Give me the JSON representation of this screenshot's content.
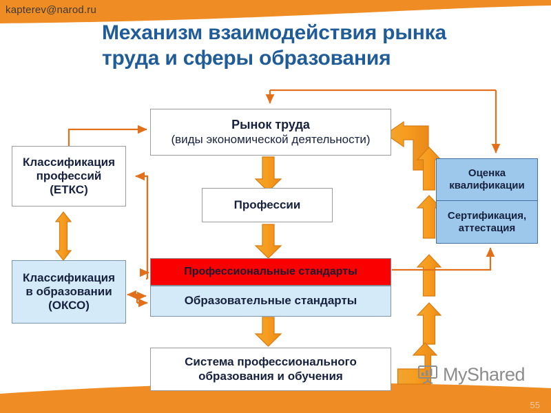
{
  "slide": {
    "email": "kapterev@narod.ru",
    "page_number": "55",
    "title_line1": "Механизм взаимодействия рынка",
    "title_line2": "труда и сферы образования",
    "title_color": "#1f5c99",
    "band_color": "#f08c24",
    "accent_color": "#f59b21",
    "connector_color": "#e2701a"
  },
  "boxes": {
    "market": {
      "title": "Рынок труда",
      "subtitle": "(виды экономической деятельности)",
      "fill": "#ffffff"
    },
    "professions": {
      "label": "Профессии",
      "fill": "#ffffff"
    },
    "professional_standards": {
      "label": "Профессиональные стандарты",
      "fill": "#fa0000"
    },
    "educational_standards": {
      "label": "Образовательные стандарты",
      "fill": "#d4eaf8"
    },
    "system": {
      "line1": "Система профессионального",
      "line2": "образования и обучения",
      "fill": "#ffffff"
    },
    "classification_professions": {
      "line1": "Классификация",
      "line2": "профессий",
      "line3": "(ЕТКС)",
      "fill": "#ffffff"
    },
    "classification_education": {
      "line1": "Классификация",
      "line2": "в образовании",
      "line3": "(ОКСО)",
      "fill": "#d4eaf8"
    },
    "qualification_assessment": {
      "line1": "Оценка",
      "line2": "квалификации",
      "fill": "#9dc8ec"
    },
    "certification": {
      "line1": "Сертификация,",
      "line2": "аттестация",
      "fill": "#9dc8ec"
    }
  },
  "watermark": {
    "text": "MyShared",
    "icon": "presentation-board-icon"
  }
}
